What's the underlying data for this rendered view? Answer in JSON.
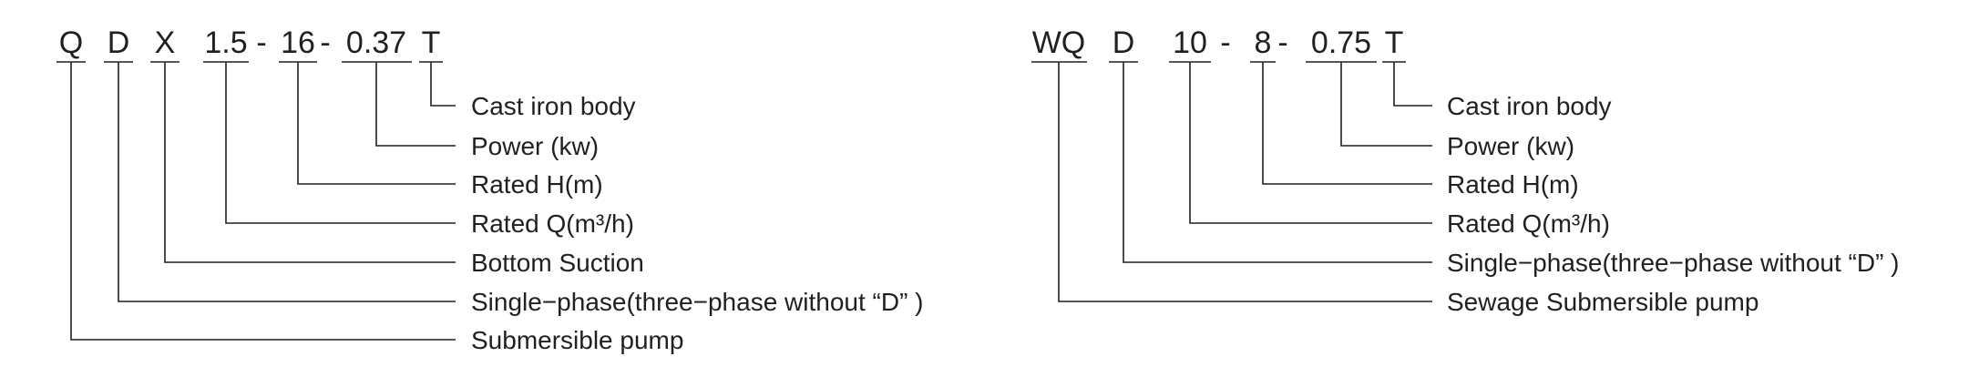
{
  "left_model": {
    "code_parts": [
      {
        "id": "q",
        "text": "Q",
        "label": "Submersible pump"
      },
      {
        "id": "d",
        "text": "D",
        "label": "Single−phase(three−phase without “D” )"
      },
      {
        "id": "x",
        "text": "X",
        "label": "Bottom Suction"
      },
      {
        "id": "q15",
        "text": "1.5",
        "label": "Rated Q(m³/h)"
      },
      {
        "id": "h16",
        "text": "16",
        "label": "Rated H(m)"
      },
      {
        "id": "p",
        "text": "0.37",
        "label": "Power (kw)"
      },
      {
        "id": "t",
        "text": "T",
        "label": "Cast iron body"
      }
    ],
    "separators": [
      "-",
      "-"
    ]
  },
  "right_model": {
    "code_parts": [
      {
        "id": "wq",
        "text": "WQ",
        "label": "Sewage Submersible pump"
      },
      {
        "id": "d",
        "text": "D",
        "label": "Single−phase(three−phase without “D” )"
      },
      {
        "id": "q10",
        "text": "10",
        "label": "Rated Q(m³/h)"
      },
      {
        "id": "h8",
        "text": "8",
        "label": "Rated H(m)"
      },
      {
        "id": "p",
        "text": "0.75",
        "label": "Power (kw)"
      },
      {
        "id": "t",
        "text": "T",
        "label": "Cast iron body"
      }
    ],
    "separators": [
      "-",
      "-"
    ]
  }
}
